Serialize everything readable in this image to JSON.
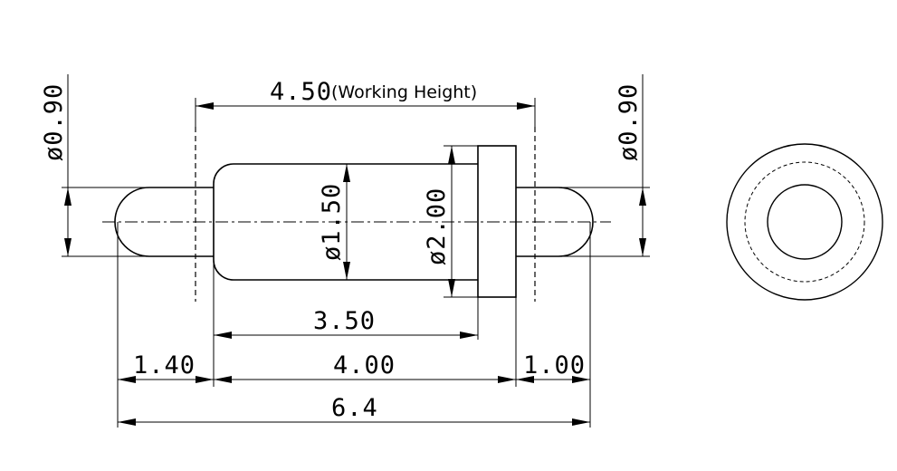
{
  "drawing": {
    "dimensions": {
      "working_height": "4.50",
      "working_height_note": "(Working Height)",
      "left_plunger_dia": "ø0.90",
      "right_plunger_dia": "ø0.90",
      "barrel_dia": "ø1.50",
      "flange_dia": "ø2.00",
      "barrel_length": "3.50",
      "left_tip_length": "1.40",
      "body_length": "4.00",
      "right_tip_length": "1.00",
      "overall_length": "6.4"
    }
  }
}
